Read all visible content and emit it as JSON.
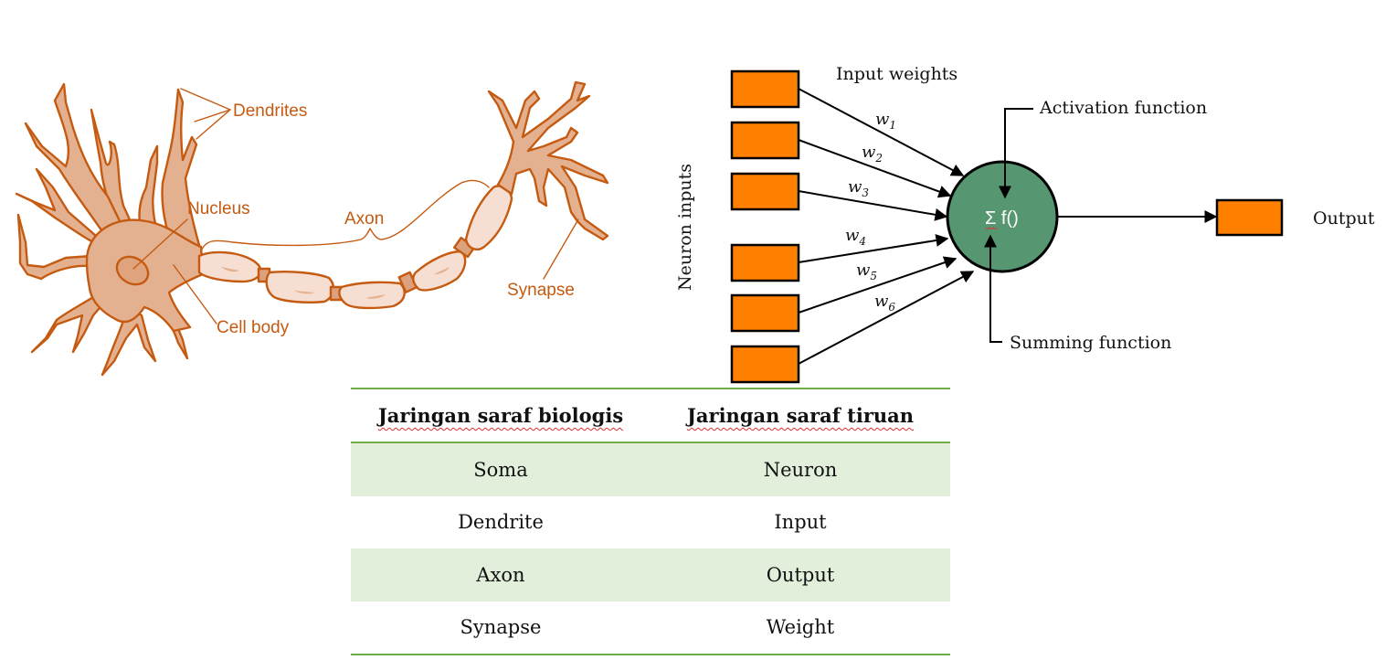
{
  "biological_neuron": {
    "labels": {
      "dendrites": "Dendrites",
      "nucleus": "Nucleus",
      "axon": "Axon",
      "synapse": "Synapse",
      "cell_body": "Cell body"
    },
    "colors": {
      "stroke": "#c55a11",
      "body_fill": "#e4b190",
      "myelin_fill": "#f6dfd2",
      "node_fill": "#dca27e"
    }
  },
  "artificial_neuron": {
    "input_weights_label": "Input weights",
    "neuron_inputs_label": "Neuron inputs",
    "activation_label": "Activation function",
    "summing_label": "Summing function",
    "output_label": "Output",
    "node_symbol": "Σ f()",
    "inputs": [
      {
        "weight": "w",
        "sub": "1"
      },
      {
        "weight": "w",
        "sub": "2"
      },
      {
        "weight": "w",
        "sub": "3"
      },
      {
        "weight": "w",
        "sub": "4"
      },
      {
        "weight": "w",
        "sub": "5"
      },
      {
        "weight": "w",
        "sub": "6"
      }
    ],
    "colors": {
      "input_box": "#ff8000",
      "node_fill": "#569670",
      "line": "#000000"
    }
  },
  "table": {
    "headers": [
      "Jaringan saraf biologis",
      "Jaringan saraf tiruan"
    ],
    "rows": [
      [
        "Soma",
        "Neuron"
      ],
      [
        "Dendrite",
        "Input"
      ],
      [
        "Axon",
        "Output"
      ],
      [
        "Synapse",
        "Weight"
      ]
    ],
    "colors": {
      "rule": "#70ad47",
      "band": "#e2efda"
    }
  }
}
